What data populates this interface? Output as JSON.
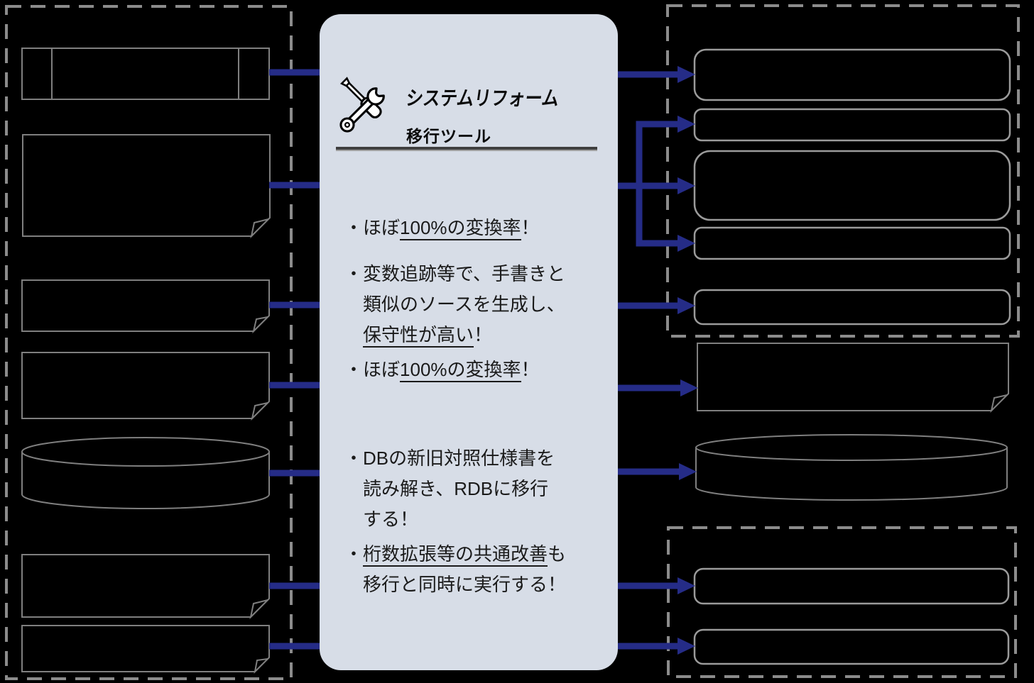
{
  "title_panel": {
    "icon": "crossed-wrench-and-screwdriver",
    "logo_title": "システムリフォーム",
    "logo_subtitle": "移行ツール",
    "bullet_marker": "・",
    "bullets": [
      {
        "lines": [
          [
            {
              "t": "ほぼ"
            },
            {
              "t": "100%の変換率",
              "u": true
            },
            {
              "t": "！"
            }
          ]
        ]
      },
      {
        "lines": [
          [
            {
              "t": "変数追跡等で、手書きと"
            }
          ],
          [
            {
              "t": "類似のソースを生成し、"
            }
          ],
          [
            {
              "t": "保守性が高い",
              "u": true
            },
            {
              "t": "！"
            }
          ]
        ]
      },
      {
        "lines": [
          [
            {
              "t": "ほぼ"
            },
            {
              "t": "100%の変換率",
              "u": true
            },
            {
              "t": "！"
            }
          ]
        ]
      },
      {
        "lines": [
          [
            {
              "t": "DBの新旧対照仕様書を"
            }
          ],
          [
            {
              "t": "読み解き、RDBに移行"
            }
          ],
          [
            {
              "t": "する！"
            }
          ]
        ]
      },
      {
        "lines": [
          [
            {
              "t": "桁数拡張等の共通改善",
              "u": true
            },
            {
              "t": "も"
            }
          ],
          [
            {
              "t": "移行と同時に実行する！"
            }
          ]
        ]
      }
    ]
  },
  "colors": {
    "background": "#000000",
    "panel_bg": "#d7dde7",
    "arrow": "#252c87",
    "shape_stroke": "#7f7f7f",
    "box_stroke": "#9b9b9b",
    "dash_stroke": "#8c8c8c",
    "divider_dark": "#3f3f3f",
    "divider_light": "#9e9e9e",
    "ink": "#1a1a1a"
  }
}
